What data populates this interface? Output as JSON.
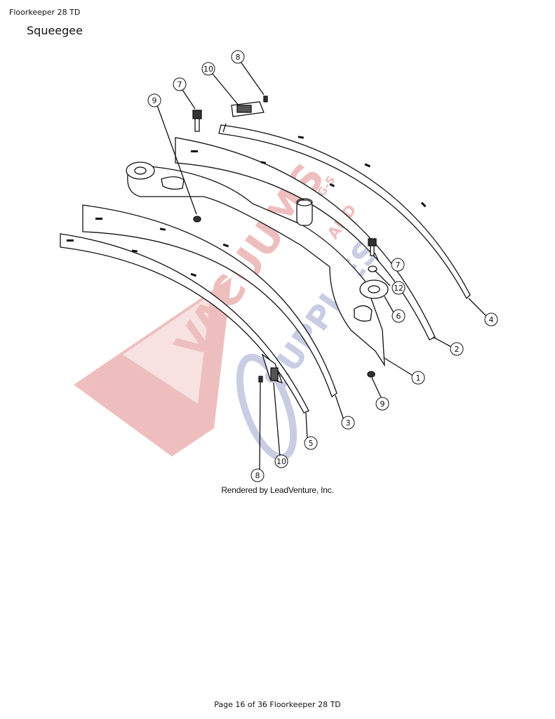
{
  "document": {
    "header": "Floorkeeper 28 TD",
    "title": "Squeegee",
    "credit": "Rendered by LeadVenture, Inc.",
    "footer": "Page 16 of 36 Floorkeeper 28 TD"
  },
  "callouts": [
    "8",
    "10",
    "7",
    "9",
    "7",
    "12",
    "6",
    "4",
    "2",
    "1",
    "9",
    "3",
    "5",
    "10",
    "8"
  ],
  "watermark": {
    "text_main": "VACUUMS",
    "text_and": "AND",
    "text_sub": "SUPPLIES",
    "text_small": "P-G-S",
    "color_red": "#e9a9a9",
    "color_blue": "#b8bddc"
  }
}
